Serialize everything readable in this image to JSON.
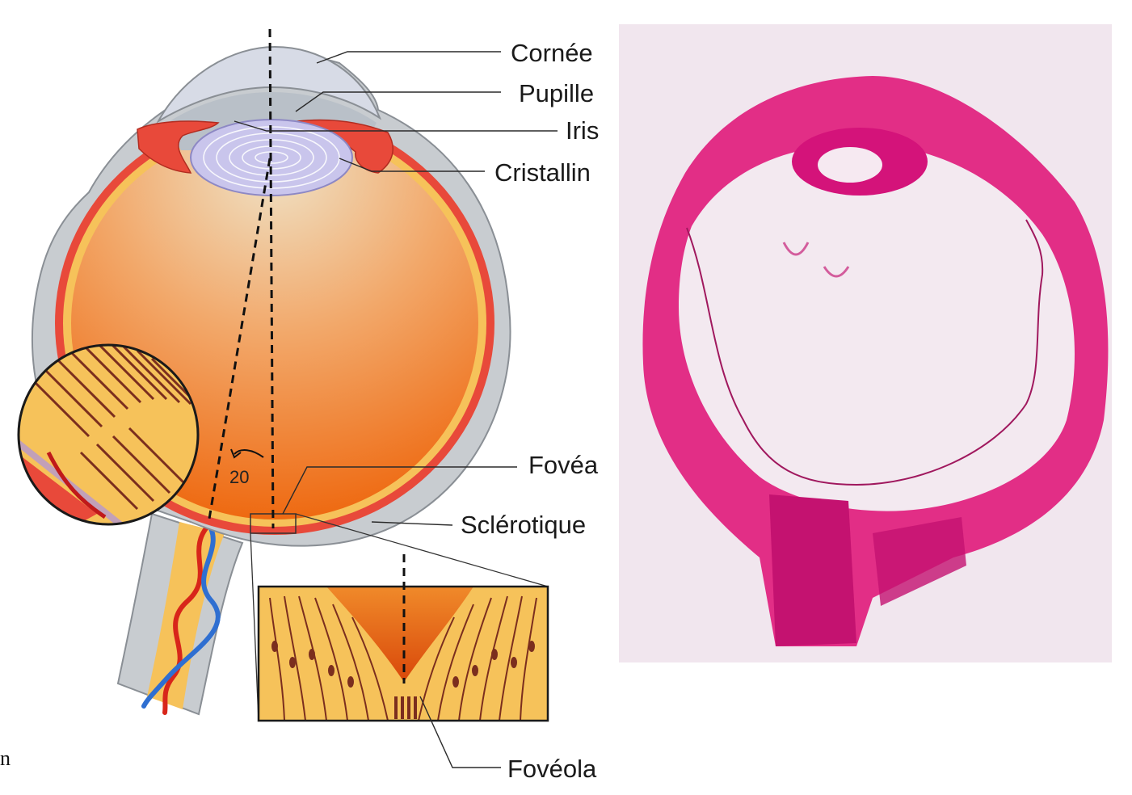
{
  "labels": {
    "cornee": "Cornée",
    "pupille": "Pupille",
    "iris": "Iris",
    "cristallin": "Cristallin",
    "fovea": "Fovéa",
    "sclerotique": "Sclérotique",
    "foveola": "Fovéola"
  },
  "angle": "20",
  "stray_text": "n",
  "colors": {
    "sclera": "#c8ccd0",
    "choroid": "#e8493a",
    "retina": "#f6c25a",
    "vitreous_top": "#f0d9b4",
    "vitreous_bottom": "#ef6a10",
    "lens": "#c9c5ec",
    "histology_pink": "#e0197a",
    "histology_bg": "#f1e6ee"
  }
}
